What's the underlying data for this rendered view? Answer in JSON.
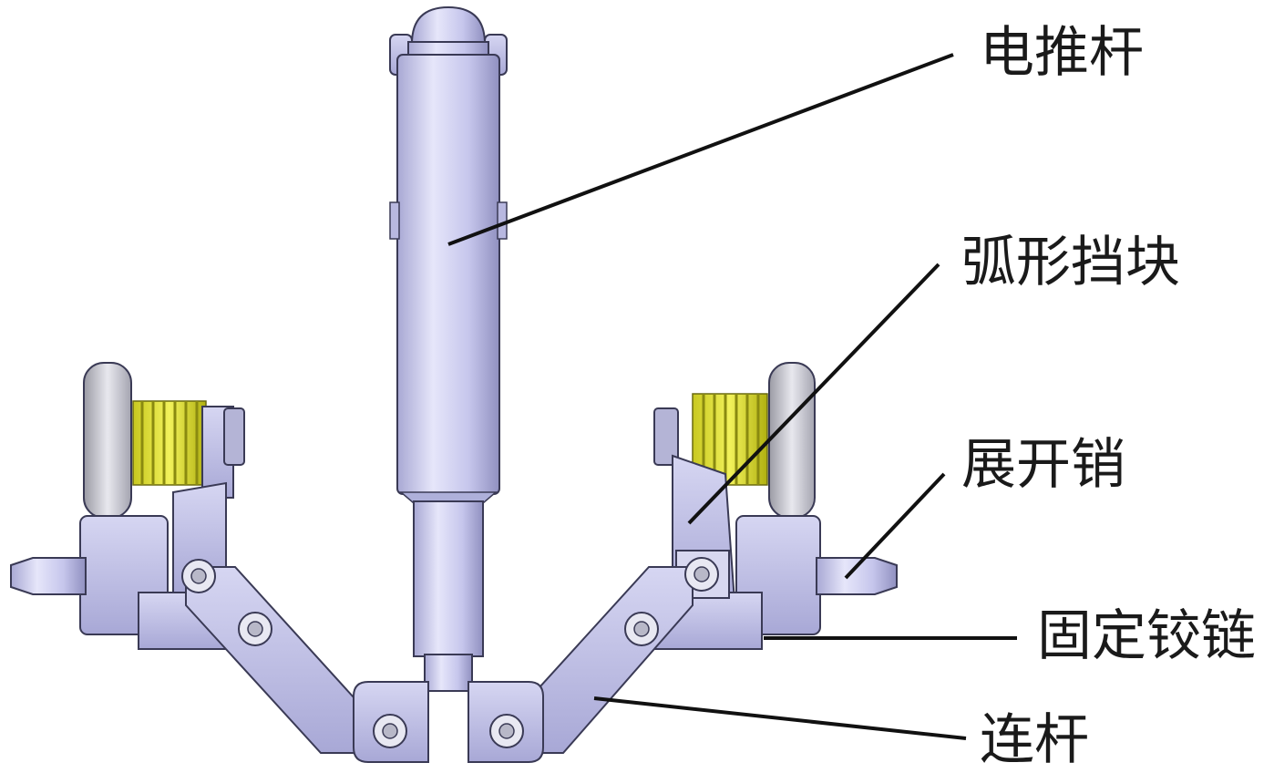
{
  "labels": {
    "actuator": "电推杆",
    "arc_stop": "弧形挡块",
    "deploy_pin": "展开销",
    "fixed_hinge": "固定铰链",
    "link_rod": "连杆"
  },
  "colors": {
    "body": "#c8c8ec",
    "body_light": "#e4e4f8",
    "body_shadow": "#9a9ac8",
    "outline": "#3a3a55",
    "spring": "#e2e23a",
    "spring_dark": "#8a8a10",
    "wheel": "#d8d8e0",
    "wheel_shadow": "#9c9ca8",
    "leader": "#111111"
  },
  "icons": {
    "pivot": "pivot-bolt-icon"
  }
}
